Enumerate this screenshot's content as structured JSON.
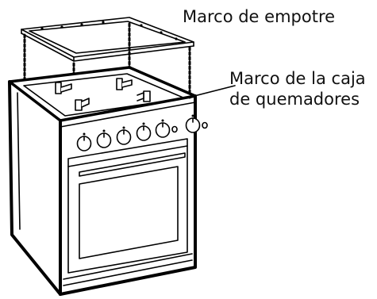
{
  "labels": {
    "installation_frame": "Marco de empotre",
    "burner_box_frame_line1": "Marco de la caja",
    "burner_box_frame_line2": "de quemadores"
  },
  "colors": {
    "line": "#000000",
    "background": "#ffffff"
  }
}
